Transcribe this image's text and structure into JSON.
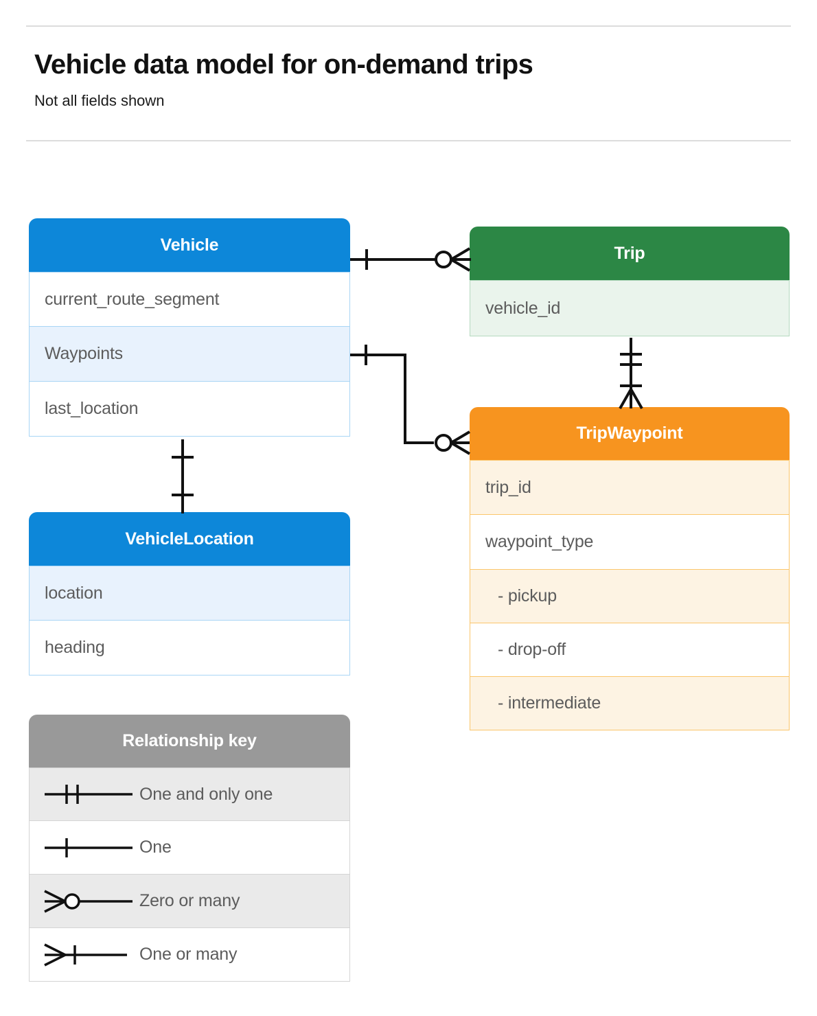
{
  "header": {
    "title": "Vehicle data model for on-demand trips",
    "subtitle": "Not all fields shown"
  },
  "colors": {
    "blue": "#0d87d9",
    "blue_tint": "#e8f2fd",
    "blue_border": "#a8d5f5",
    "green": "#2c8745",
    "green_tint": "#eaf4ec",
    "green_border": "#b5d9bf",
    "orange": "#f7941f",
    "orange_tint": "#fdf3e3",
    "orange_border": "#fbc66b",
    "gray": "#999999",
    "gray_tint": "#eaeaea",
    "line": "#111111",
    "text": "#5c5c5c"
  },
  "entities": [
    {
      "name": "Vehicle",
      "theme": "blue",
      "fields": [
        {
          "label": "current_route_segment",
          "shaded": false
        },
        {
          "label": "Waypoints",
          "shaded": true
        },
        {
          "label": "last_location",
          "shaded": false
        }
      ]
    },
    {
      "name": "Trip",
      "theme": "green",
      "fields": [
        {
          "label": "vehicle_id",
          "shaded": true
        }
      ]
    },
    {
      "name": "TripWaypoint",
      "theme": "orange",
      "fields": [
        {
          "label": "trip_id",
          "shaded": true,
          "indent": false
        },
        {
          "label": "waypoint_type",
          "shaded": false,
          "indent": false
        },
        {
          "label": "-  pickup",
          "shaded": true,
          "indent": true
        },
        {
          "label": "-  drop-off",
          "shaded": false,
          "indent": true
        },
        {
          "label": "-  intermediate",
          "shaded": true,
          "indent": true
        }
      ]
    },
    {
      "name": "VehicleLocation",
      "theme": "blue",
      "fields": [
        {
          "label": "location",
          "shaded": true
        },
        {
          "label": "heading",
          "shaded": false
        }
      ]
    }
  ],
  "legend": {
    "title": "Relationship key",
    "rows": [
      {
        "label": "One and only one",
        "symbol": "one-and-only-one",
        "shaded": true
      },
      {
        "label": "One",
        "symbol": "one",
        "shaded": false
      },
      {
        "label": "Zero or many",
        "symbol": "zero-or-many",
        "shaded": true
      },
      {
        "label": "One or many",
        "symbol": "one-or-many",
        "shaded": false
      }
    ]
  },
  "relationships": [
    {
      "from": "Vehicle",
      "to": "Trip",
      "from_cardinality": "one",
      "to_cardinality": "zero-or-many"
    },
    {
      "from": "Vehicle.Waypoints",
      "to": "TripWaypoint",
      "from_cardinality": "one",
      "to_cardinality": "zero-or-many"
    },
    {
      "from": "Trip",
      "to": "TripWaypoint",
      "from_cardinality": "one-and-only-one",
      "to_cardinality": "one-or-many"
    },
    {
      "from": "Vehicle",
      "to": "VehicleLocation",
      "from_cardinality": "one",
      "to_cardinality": "one"
    }
  ]
}
